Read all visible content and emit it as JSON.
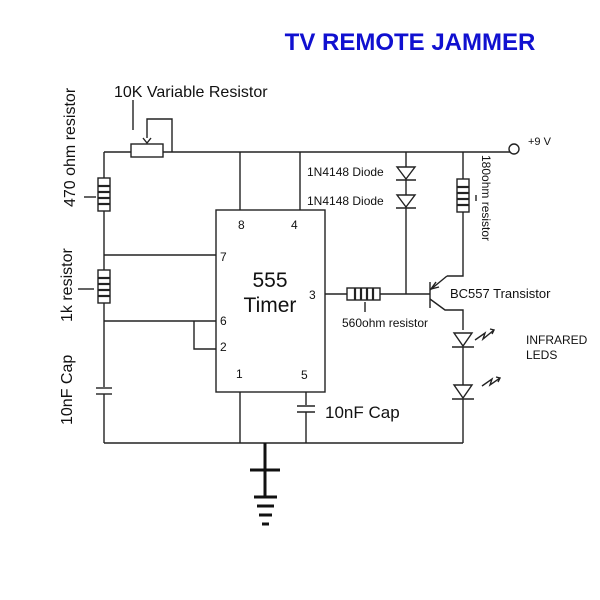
{
  "title": "TV REMOTE JAMMER",
  "colors": {
    "title": "#1010d0",
    "wire": "#222222",
    "background": "#ffffff"
  },
  "labels": {
    "variable_resistor": "10K Variable Resistor",
    "r470": "470 ohm resistor",
    "r1k": "1k resistor",
    "cap_left": "10nF Cap",
    "cap_pin5": "10nF Cap",
    "diode1": "1N4148 Diode",
    "diode2": "1N4148 Diode",
    "r180": "180ohm resistor",
    "r560": "560ohm resistor",
    "transistor": "BC557 Transistor",
    "leds_line1": "INFRARED",
    "leds_line2": "LEDS",
    "supply": "+9 V"
  },
  "ic": {
    "name_line1": "555",
    "name_line2": "Timer",
    "pins": {
      "p8": "8",
      "p4": "4",
      "p7": "7",
      "p3": "3",
      "p6": "6",
      "p2": "2",
      "p1": "1",
      "p5": "5"
    }
  }
}
